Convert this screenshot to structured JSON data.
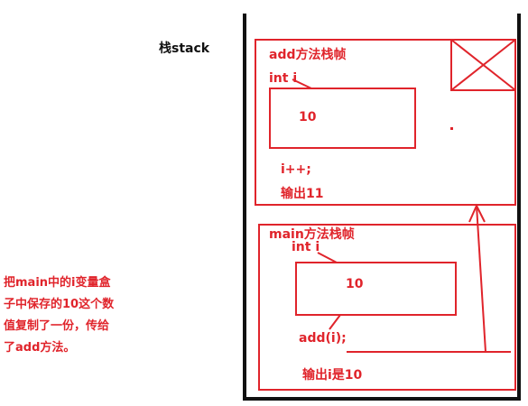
{
  "stack_label": "栈stack",
  "add_frame": {
    "title": "add方法栈帧",
    "var_decl": "int i",
    "var_value": "10",
    "stmt": "i++;",
    "output": "输出11"
  },
  "main_frame": {
    "title": "main方法栈帧",
    "var_decl": "int i",
    "var_value": "10",
    "call": "add(i);",
    "output": "输出i是10"
  },
  "note_lines": [
    "把main中的i变量盒",
    "子中保存的10这个数",
    "值复制了一份，传给",
    "了add方法。"
  ],
  "colors": {
    "accent": "#e0242b",
    "stack_border": "#111111"
  }
}
